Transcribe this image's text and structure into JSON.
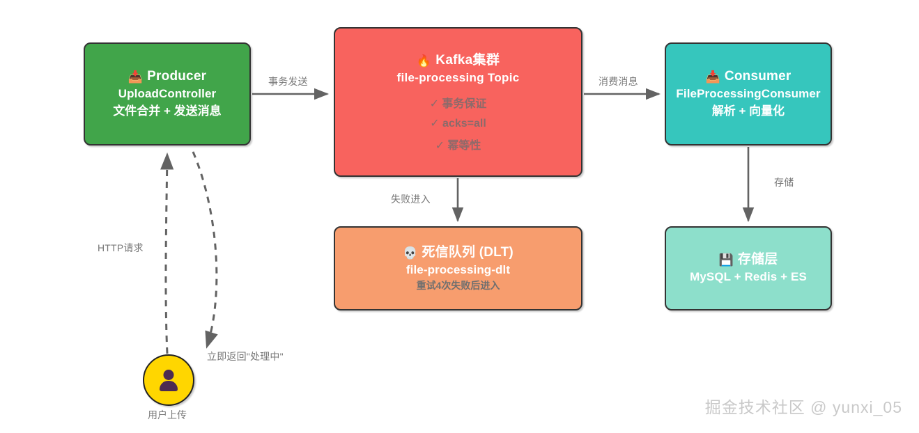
{
  "diagram": {
    "type": "flowchart",
    "nodes": [
      {
        "id": "producer",
        "icon": "inbox-tray-icon",
        "icon_glyph": "📥",
        "title": "Producer",
        "subtitle": "UploadController",
        "desc": "文件合并 + 发送消息",
        "color": "#41a54a"
      },
      {
        "id": "kafka",
        "icon": "flame-icon",
        "icon_glyph": "🔥",
        "title": "Kafka集群",
        "subtitle": "file-processing Topic",
        "bullets": [
          "✓ 事务保证",
          "✓ acks=all",
          "✓ 幂等性"
        ],
        "color": "#f8635e"
      },
      {
        "id": "consumer",
        "icon": "inbox-tray-icon",
        "icon_glyph": "📥",
        "title": "Consumer",
        "subtitle": "FileProcessingConsumer",
        "desc": "解析 + 向量化",
        "color": "#36c6bd"
      },
      {
        "id": "dlt",
        "icon": "skull-icon",
        "icon_glyph": "💀",
        "title": "死信队列 (DLT)",
        "subtitle": "file-processing-dlt",
        "desc": "重试4次失败后进入",
        "color": "#f79d6e"
      },
      {
        "id": "storage",
        "icon": "floppy-disk-icon",
        "icon_glyph": "💾",
        "title": "存储层",
        "subtitle": "MySQL + Redis + ES",
        "color": "#8ddfcb"
      }
    ],
    "actor": {
      "id": "user",
      "icon": "person-icon",
      "label": "用户上传",
      "color": "#ffd600"
    },
    "edges": [
      {
        "id": "transact",
        "from": "producer",
        "to": "kafka",
        "label": "事务发送",
        "style": "solid"
      },
      {
        "id": "consume",
        "from": "kafka",
        "to": "consumer",
        "label": "消费消息",
        "style": "solid"
      },
      {
        "id": "fail",
        "from": "kafka",
        "to": "dlt",
        "label": "失败进入",
        "style": "solid"
      },
      {
        "id": "store",
        "from": "consumer",
        "to": "storage",
        "label": "存储",
        "style": "solid"
      },
      {
        "id": "http",
        "from": "user",
        "to": "producer",
        "label": "HTTP请求",
        "style": "dashed"
      },
      {
        "id": "return",
        "from": "producer",
        "to": "user",
        "label": "立即返回\"处理中\"",
        "style": "dashed"
      }
    ],
    "watermark": "掘金技术社区 @ yunxi_05",
    "colors": {
      "producer": "#41a54a",
      "kafka": "#f8635e",
      "consumer": "#36c6bd",
      "dlt": "#f79d6e",
      "storage": "#8ddfcb",
      "actor": "#ffd600",
      "edge": "#636363",
      "node_border": "#333333",
      "label_text": "#777777",
      "watermark": "#c9c9c9"
    }
  }
}
